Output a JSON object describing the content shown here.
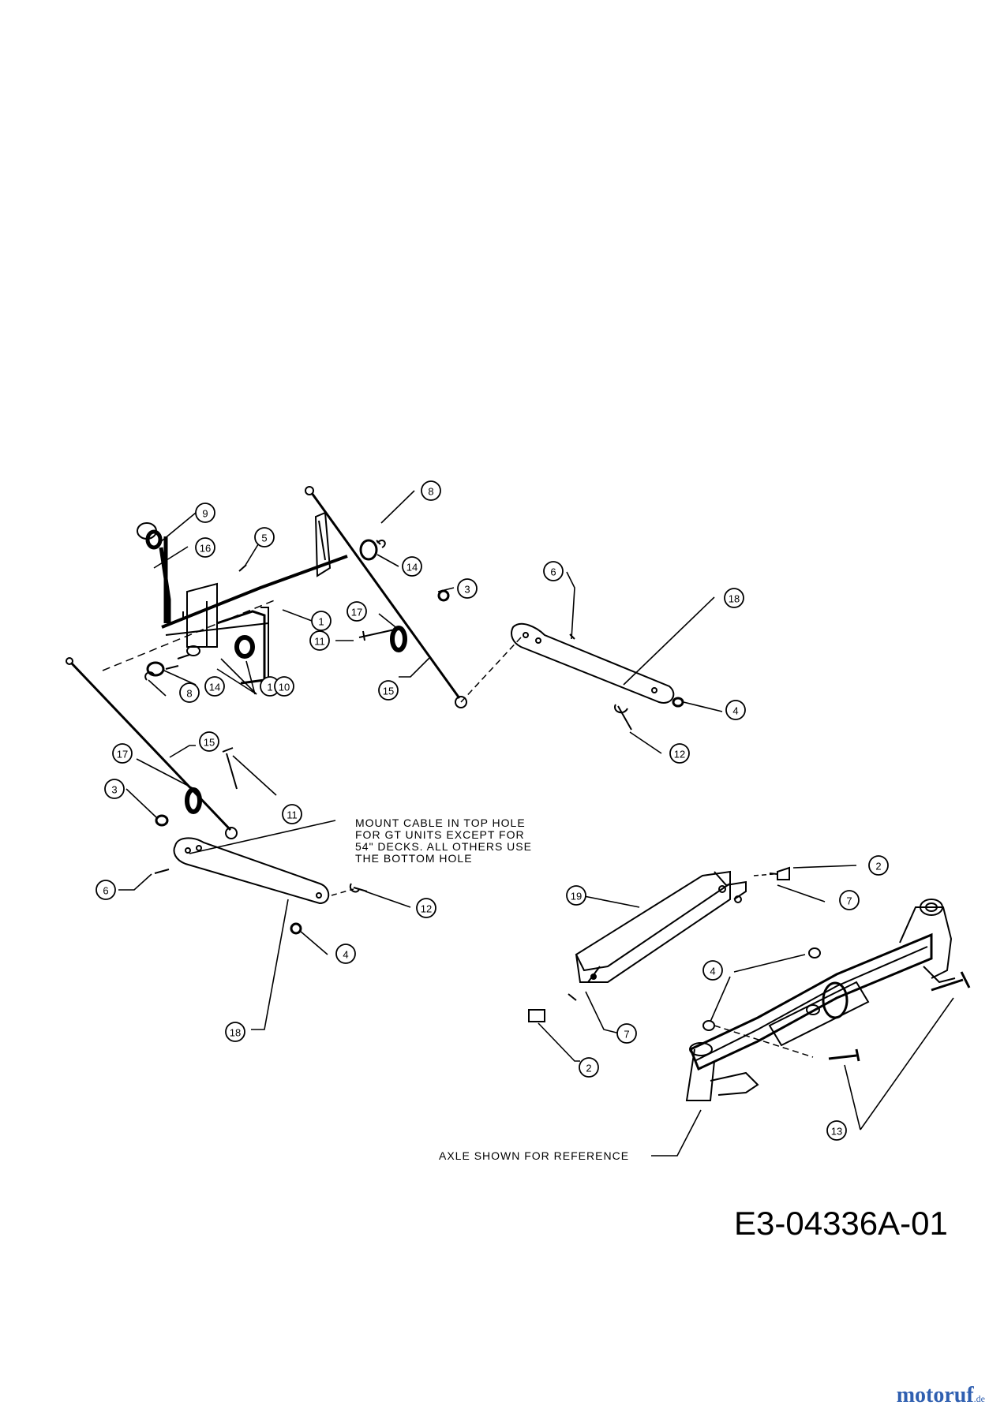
{
  "callouts": [
    {
      "id": "c1a",
      "label": "1"
    },
    {
      "id": "c1b",
      "label": "1"
    },
    {
      "id": "c2a",
      "label": "2"
    },
    {
      "id": "c2b",
      "label": "2"
    },
    {
      "id": "c3a",
      "label": "3"
    },
    {
      "id": "c3b",
      "label": "3"
    },
    {
      "id": "c4a",
      "label": "4"
    },
    {
      "id": "c4b",
      "label": "4"
    },
    {
      "id": "c4c",
      "label": "4"
    },
    {
      "id": "c5",
      "label": "5"
    },
    {
      "id": "c6a",
      "label": "6"
    },
    {
      "id": "c6b",
      "label": "6"
    },
    {
      "id": "c7a",
      "label": "7"
    },
    {
      "id": "c7b",
      "label": "7"
    },
    {
      "id": "c8a",
      "label": "8"
    },
    {
      "id": "c8b",
      "label": "8"
    },
    {
      "id": "c9",
      "label": "9"
    },
    {
      "id": "c10",
      "label": "10"
    },
    {
      "id": "c11a",
      "label": "11"
    },
    {
      "id": "c11b",
      "label": "11"
    },
    {
      "id": "c12a",
      "label": "12"
    },
    {
      "id": "c12b",
      "label": "12"
    },
    {
      "id": "c13",
      "label": "13"
    },
    {
      "id": "c14a",
      "label": "14"
    },
    {
      "id": "c14b",
      "label": "14"
    },
    {
      "id": "c15a",
      "label": "15"
    },
    {
      "id": "c15b",
      "label": "15"
    },
    {
      "id": "c16",
      "label": "16"
    },
    {
      "id": "c17a",
      "label": "17"
    },
    {
      "id": "c17b",
      "label": "17"
    },
    {
      "id": "c18a",
      "label": "18"
    },
    {
      "id": "c18b",
      "label": "18"
    },
    {
      "id": "c19",
      "label": "19"
    }
  ],
  "notes": {
    "mount_cable": [
      "MOUNT CABLE IN TOP HOLE",
      "FOR GT UNITS EXCEPT FOR",
      "54\" DECKS. ALL OTHERS USE",
      "THE BOTTOM HOLE"
    ],
    "axle": "AXLE SHOWN FOR REFERENCE"
  },
  "drawing_id": "E3-04336A-01",
  "watermark": {
    "main": "motoruf",
    "tld": ".de"
  },
  "colors": {
    "line": "#000000",
    "watermark": "#2f5fb0"
  }
}
